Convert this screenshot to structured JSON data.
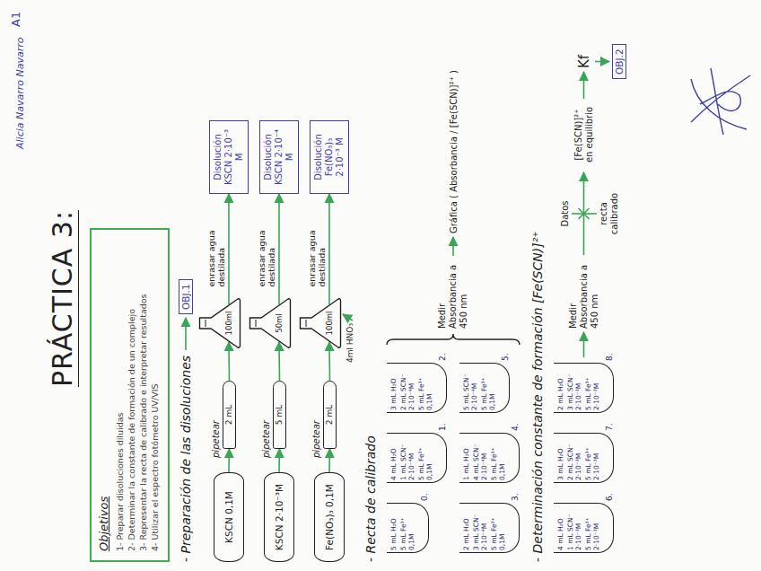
{
  "diagram": {
    "title": "PRÁCTICA 3:",
    "nodes": [
      {
        "text": [
          "Objetivos",
          "1- Preparar disoluciones diluidas",
          "2- Determinar la constante de formación de un complejo",
          "3- Representar la recta de calibrado e interpretar resultados",
          "4- Utilizar el espectro fotómetro UV/VIS"
        ]
      },
      {
        "text": [
          "OBJ.1"
        ]
      },
      {
        "text": [
          "KSCN 0,1M"
        ]
      },
      {
        "text": [
          "pipetear",
          "2 mL"
        ]
      },
      {
        "text": [
          "100ml"
        ]
      },
      {
        "text": [
          "Disolución KSCN 2·10⁻³ M"
        ]
      },
      {
        "text": [
          "KSCN 2·10⁻³M"
        ]
      },
      {
        "text": [
          "pipetear",
          "5 mL"
        ]
      },
      {
        "text": [
          "50ml"
        ]
      },
      {
        "text": [
          "Disolución KSCN 2·10⁻⁴ M"
        ]
      },
      {
        "text": [
          "Fe(NO₃)₃ 0,1M"
        ]
      },
      {
        "text": [
          "pipetear",
          "2 mL"
        ]
      },
      {
        "text": [
          "100ml"
        ]
      },
      {
        "text": [
          "Disolución Fe(NO₃)₃ 2·10⁻³ M"
        ]
      },
      {
        "text": [
          "5 mL H₂O",
          "5 mL Fe³⁺ 0,1M"
        ]
      },
      {
        "text": [
          "4 mL H₂O",
          "1 mL SCN⁻ 2·10⁻⁴M",
          "5 mL Fe³⁺ 0,1M"
        ]
      },
      {
        "text": [
          "3 mL H₂O",
          "2 mL SCN⁻ 2·10⁻⁴M",
          "5 mL Fe³⁺ 0,1M"
        ]
      },
      {
        "text": [
          "2 mL H₂O",
          "3 mL SCN⁻ 2·10⁻⁴M",
          "5 mL Fe³⁺ 0,1M"
        ]
      },
      {
        "text": [
          "1 mL H₂O",
          "4 mL SCN⁻ 2·10⁻⁴M",
          "5 mL Fe³⁺ 0,1M"
        ]
      },
      {
        "text": [
          "5 mL SCN⁻ 2·10⁻⁴M",
          "5 mL Fe³⁺ 0,1M"
        ]
      },
      {
        "text": [
          "4 mL H₂O",
          "1 mL SCN⁻ 2·10⁻³M",
          "5 mL Fe³⁺ 2·10⁻³M"
        ]
      },
      {
        "text": [
          "3 mL H₂O",
          "2 mL SCN⁻ 2·10⁻³M",
          "5 mL Fe³⁺ 2·10⁻³M"
        ]
      },
      {
        "text": [
          "2 mL H₂O",
          "3 mL SCN⁻ 2·10⁻³M",
          "5 mL Fe³⁺ 2·10⁻³M"
        ]
      },
      {
        "text": [
          "OBJ.2"
        ]
      }
    ],
    "edges": [
      {
        "from": 2,
        "to": 3,
        "arrow": "to"
      },
      {
        "from": 3,
        "to": 4,
        "arrow": "to"
      },
      {
        "from": 4,
        "to": 5,
        "label": "enrasar agua destilada",
        "arrow": "to"
      },
      {
        "from": 6,
        "to": 7,
        "arrow": "to"
      },
      {
        "from": 7,
        "to": 8,
        "arrow": "to"
      },
      {
        "from": 8,
        "to": 9,
        "label": "enrasar agua destilada",
        "arrow": "to"
      },
      {
        "from": 10,
        "to": 11,
        "arrow": "to"
      },
      {
        "from": 11,
        "to": 12,
        "arrow": "to"
      },
      {
        "from": 12,
        "to": 13,
        "label": "enrasar agua destilada",
        "arrow": "to"
      }
    ],
    "labels": [
      "Alicia Navarro Navarro",
      "A1",
      "- Preparación de las disoluciones",
      "4ml HNO₃",
      "- Recta de calibrado",
      "0.",
      "1.",
      "2.",
      "3.",
      "4.",
      "5.",
      "Medir Absorbancia a 450 nm",
      "Gráfica ( Absorbancia / [Fe(SCN)]²⁺ )",
      "- Determinación constante de formación [Fe(SCN)]²⁺",
      "6.",
      "7.",
      "8.",
      "Medir Absorbancia a 450 nm",
      "Datos",
      "recta calibrado",
      "[Fe(SCN)]²⁺ en equilibrio",
      "Kf"
    ]
  }
}
